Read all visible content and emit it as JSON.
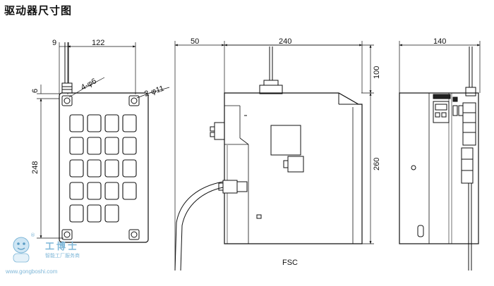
{
  "title": "驱动器尺寸图",
  "dimensions": {
    "view1": {
      "offset": "9",
      "width": "122",
      "top": "6",
      "height": "248",
      "holes_small": "4-φ6",
      "holes_large": "2-φ11"
    },
    "view2": {
      "left": "50",
      "width": "240",
      "top": "100",
      "height": "260",
      "label": "FSC"
    },
    "view3": {
      "width": "140"
    }
  },
  "watermark": {
    "brand": "工博士",
    "tagline": "智能工厂服务商",
    "url": "www.gongboshi.com",
    "mark": "®"
  }
}
